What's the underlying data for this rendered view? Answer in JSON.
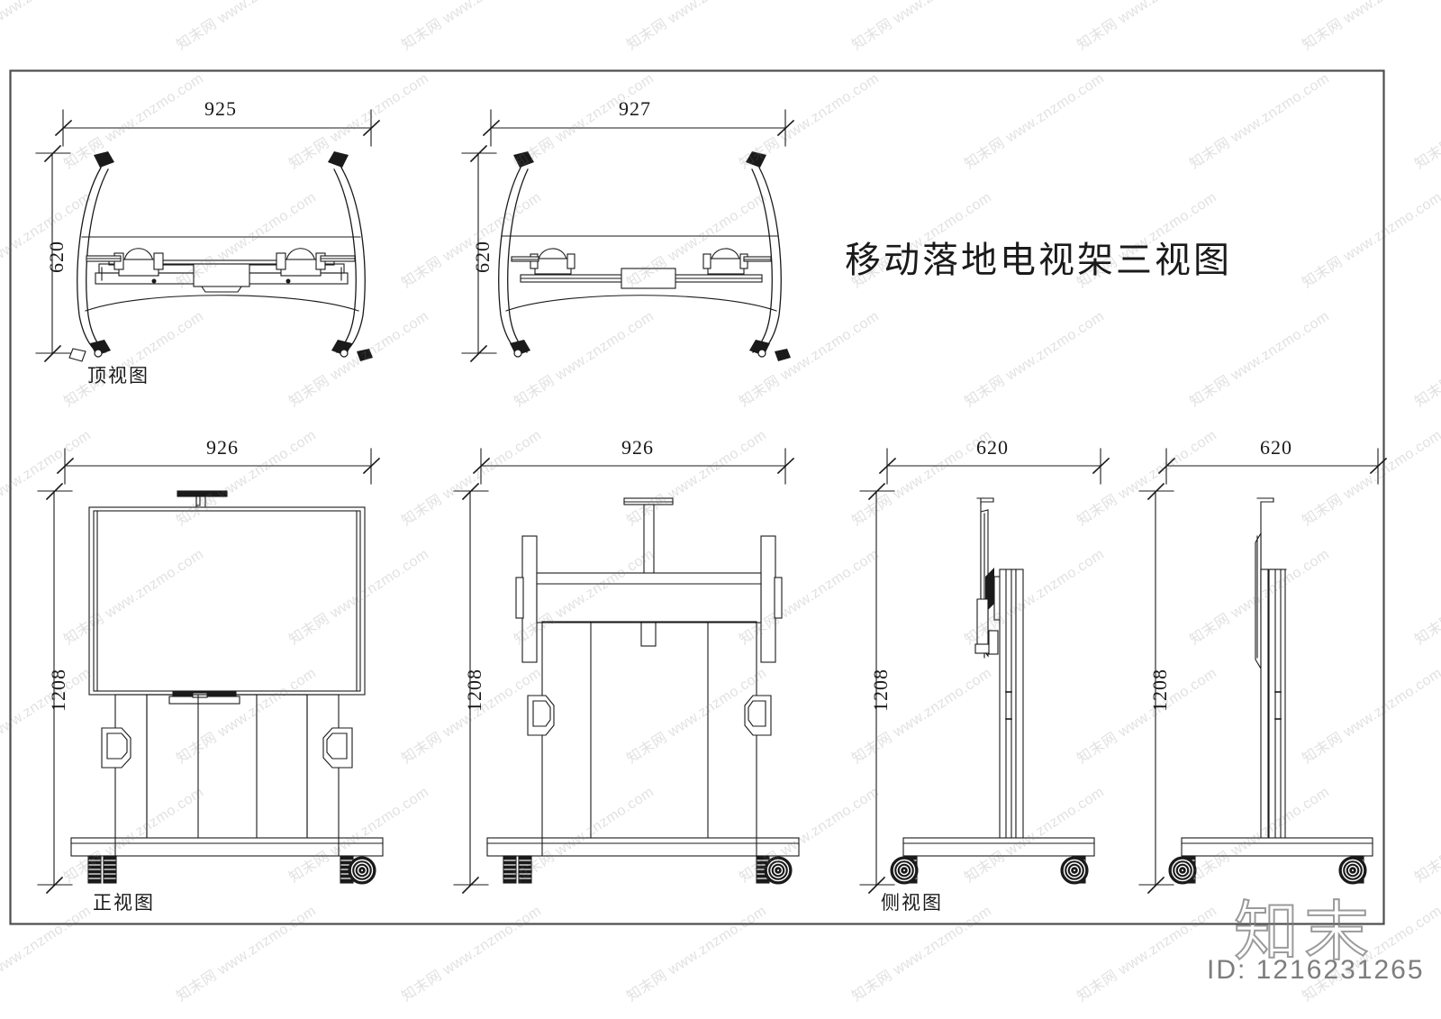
{
  "sheet": {
    "title": "移动落地电视架三视图",
    "border_color": "#4d4d4d",
    "line_color": "#1a1a1a",
    "background": "#ffffff"
  },
  "views": [
    {
      "id": "top-view-1",
      "name": "顶视图",
      "width_dim": "925",
      "height_dim": "620"
    },
    {
      "id": "top-view-2",
      "name": "",
      "width_dim": "927",
      "height_dim": "620"
    },
    {
      "id": "front-view",
      "name": "正视图",
      "width_dim": "926",
      "height_dim": "1208"
    },
    {
      "id": "rear-view",
      "name": "",
      "width_dim": "926",
      "height_dim": "1208"
    },
    {
      "id": "side-view-1",
      "name": "侧视图",
      "width_dim": "620",
      "height_dim": "1208"
    },
    {
      "id": "side-view-2",
      "name": "",
      "width_dim": "620",
      "height_dim": "1208"
    }
  ],
  "watermark": {
    "logo_text": "知末",
    "id_text": "ID: 1216231265",
    "tile_text": "知末网 www.znzmo.com"
  }
}
